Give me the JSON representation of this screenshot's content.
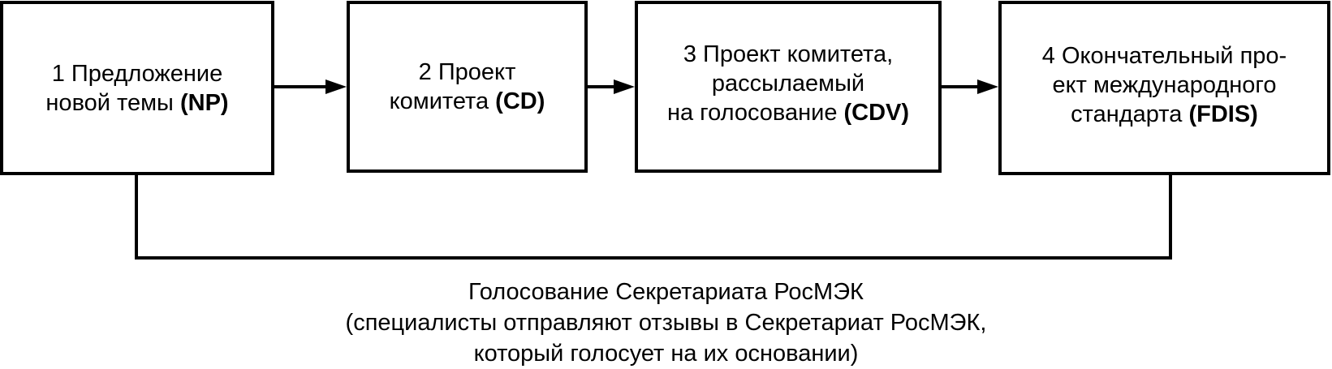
{
  "boxes": [
    {
      "lines": [
        [
          {
            "t": "1 Предложение"
          }
        ],
        [
          {
            "t": "новой темы "
          },
          {
            "t": "(NP)",
            "b": true
          }
        ]
      ]
    },
    {
      "lines": [
        [
          {
            "t": "2 Проект"
          }
        ],
        [
          {
            "t": "комитета "
          },
          {
            "t": "(CD)",
            "b": true
          }
        ]
      ]
    },
    {
      "lines": [
        [
          {
            "t": "3 Проект комитета,"
          }
        ],
        [
          {
            "t": "рассылаемый"
          }
        ],
        [
          {
            "t": "на голосование "
          },
          {
            "t": "(CDV)",
            "b": true
          }
        ]
      ]
    },
    {
      "lines": [
        [
          {
            "t": "4 Окончательный про-"
          }
        ],
        [
          {
            "t": "ект международного"
          }
        ],
        [
          {
            "t": "стандарта "
          },
          {
            "t": "(FDIS)",
            "b": true
          }
        ]
      ]
    }
  ],
  "caption": {
    "line1": "Голосование Секретариата РосМЭК",
    "line2": "(специалисты отправляют отзывы в Секретариат РосМЭК,",
    "line3": "который голосует на их основании)"
  }
}
